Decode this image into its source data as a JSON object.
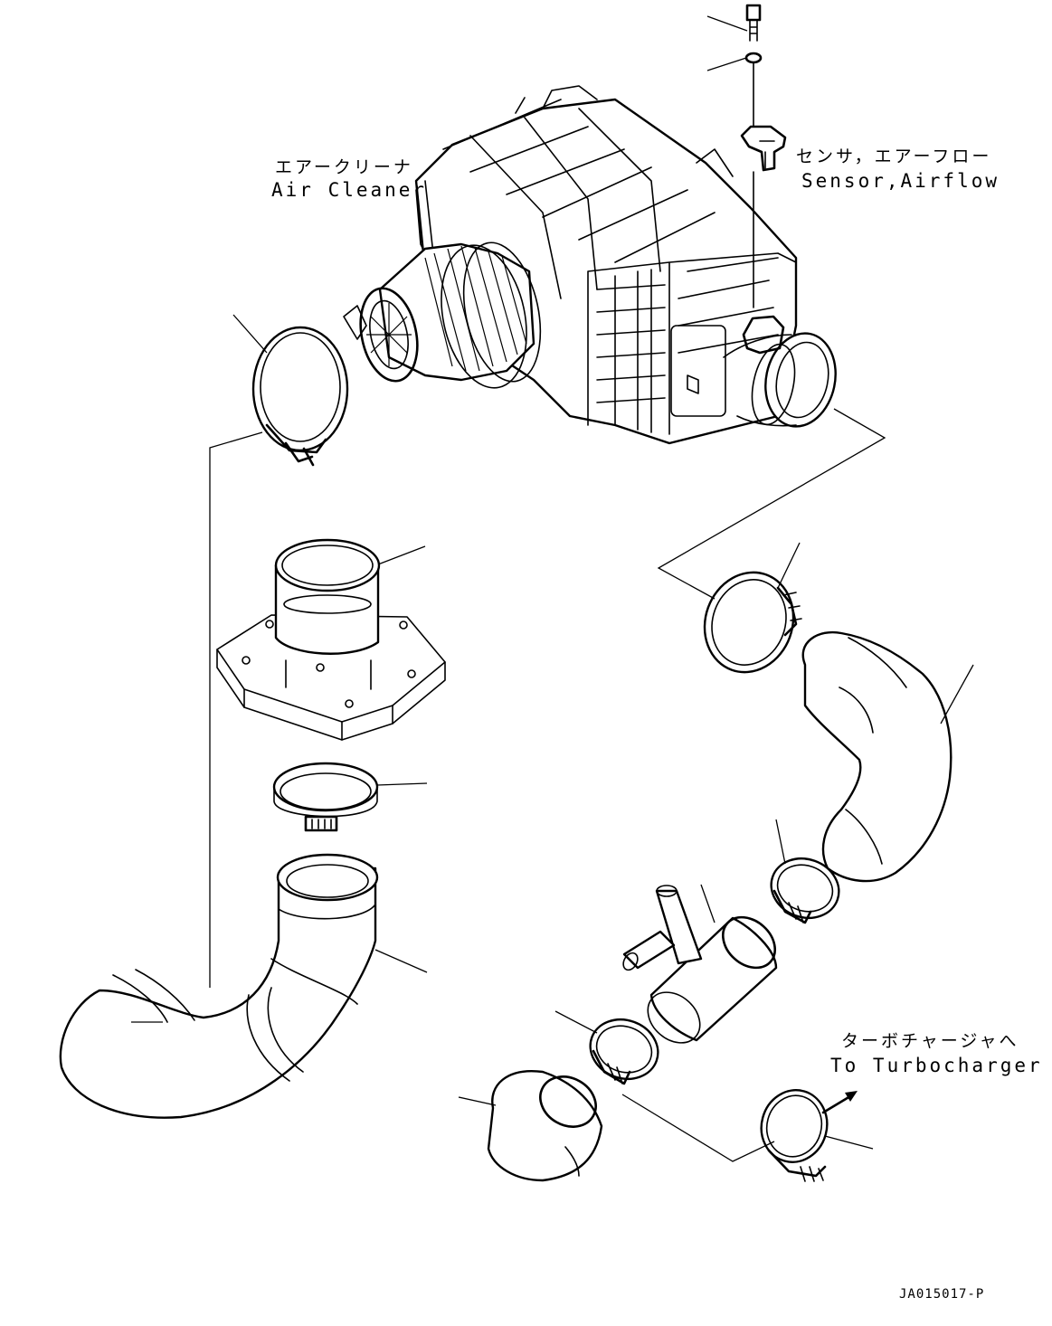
{
  "labels": {
    "air_cleaner_jp": "エアークリーナ",
    "air_cleaner_en": "Air Cleaner",
    "sensor_jp": "センサ，エアーフロー",
    "sensor_en": "Sensor,Airflow",
    "turbo_jp": "ターボチャージャへ",
    "turbo_en": "To Turbocharger",
    "drawing_code": "JA015017-P"
  }
}
